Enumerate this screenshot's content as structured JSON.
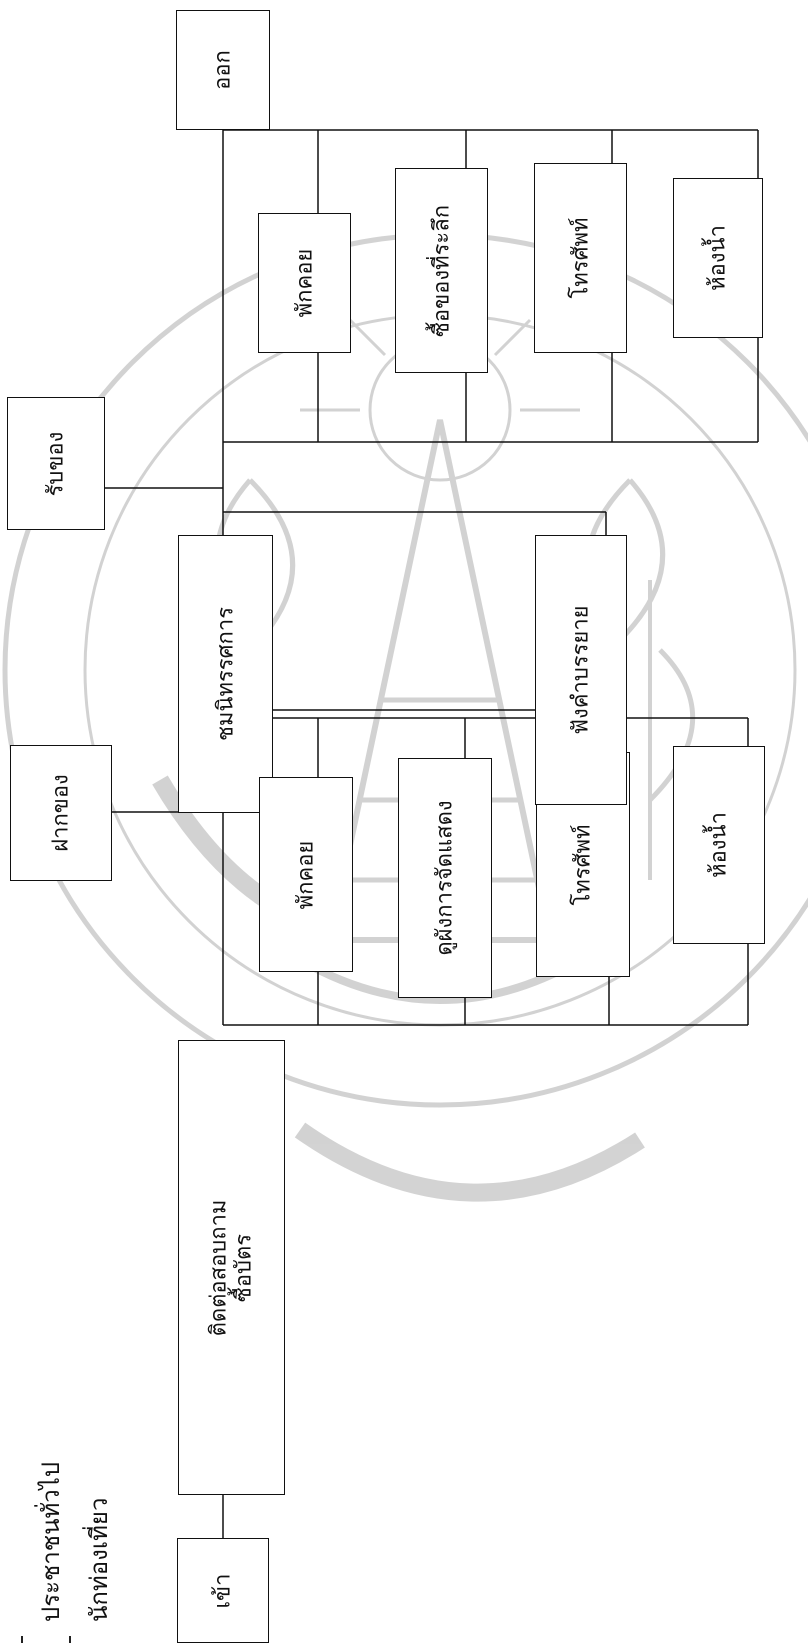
{
  "legend": {
    "items": [
      "ประชาชนทั่วไป",
      "นักท่องเที่ยว"
    ]
  },
  "nodes": {
    "enter": "เข้า",
    "contact_ticket": [
      "ติดต่อสอบถาม",
      "ซื้อบัตร"
    ],
    "deposit": "ฝากของ",
    "exhibition": "ชมนิทรรศการ",
    "receive": "รับของ",
    "exit": "ออก",
    "rest_1": "พักคอย",
    "show_viewers": "ดูผังการจัดแสดง",
    "phone_1": "โทรศัพท์",
    "toilet_1": "ห้องน้ำ",
    "lecture": "ฟังคำบรรยาย",
    "rest_2": "พักคอย",
    "souvenir": "ซื้อของที่ระลึก",
    "phone_2": "โทรศัพท์",
    "toilet_2": "ห้องน้ำ"
  },
  "colors": {
    "line": "#111111",
    "watermark": "#bdbdbd"
  }
}
